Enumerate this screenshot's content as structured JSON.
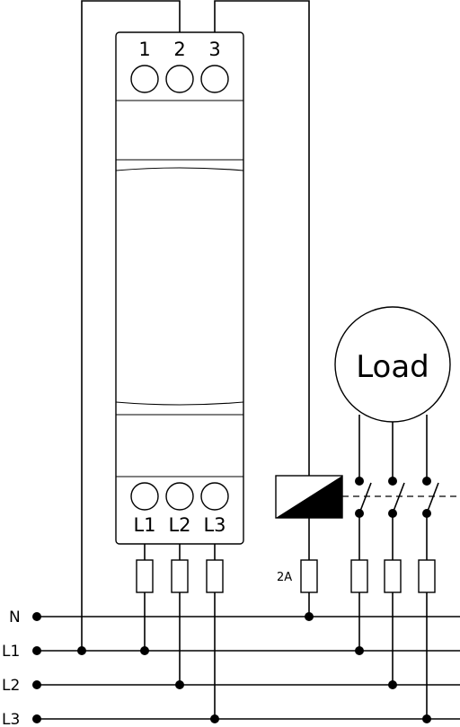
{
  "module": {
    "top_terminals": [
      "1",
      "2",
      "3"
    ],
    "bottom_terminals": [
      "L1",
      "L2",
      "L3"
    ]
  },
  "load": {
    "label": "Load"
  },
  "fuse": {
    "rating": "2A"
  },
  "lines": {
    "n": "N",
    "l1": "L1",
    "l2": "L2",
    "l3": "L3"
  },
  "colors": {
    "stroke": "#000000",
    "background": "#ffffff"
  }
}
